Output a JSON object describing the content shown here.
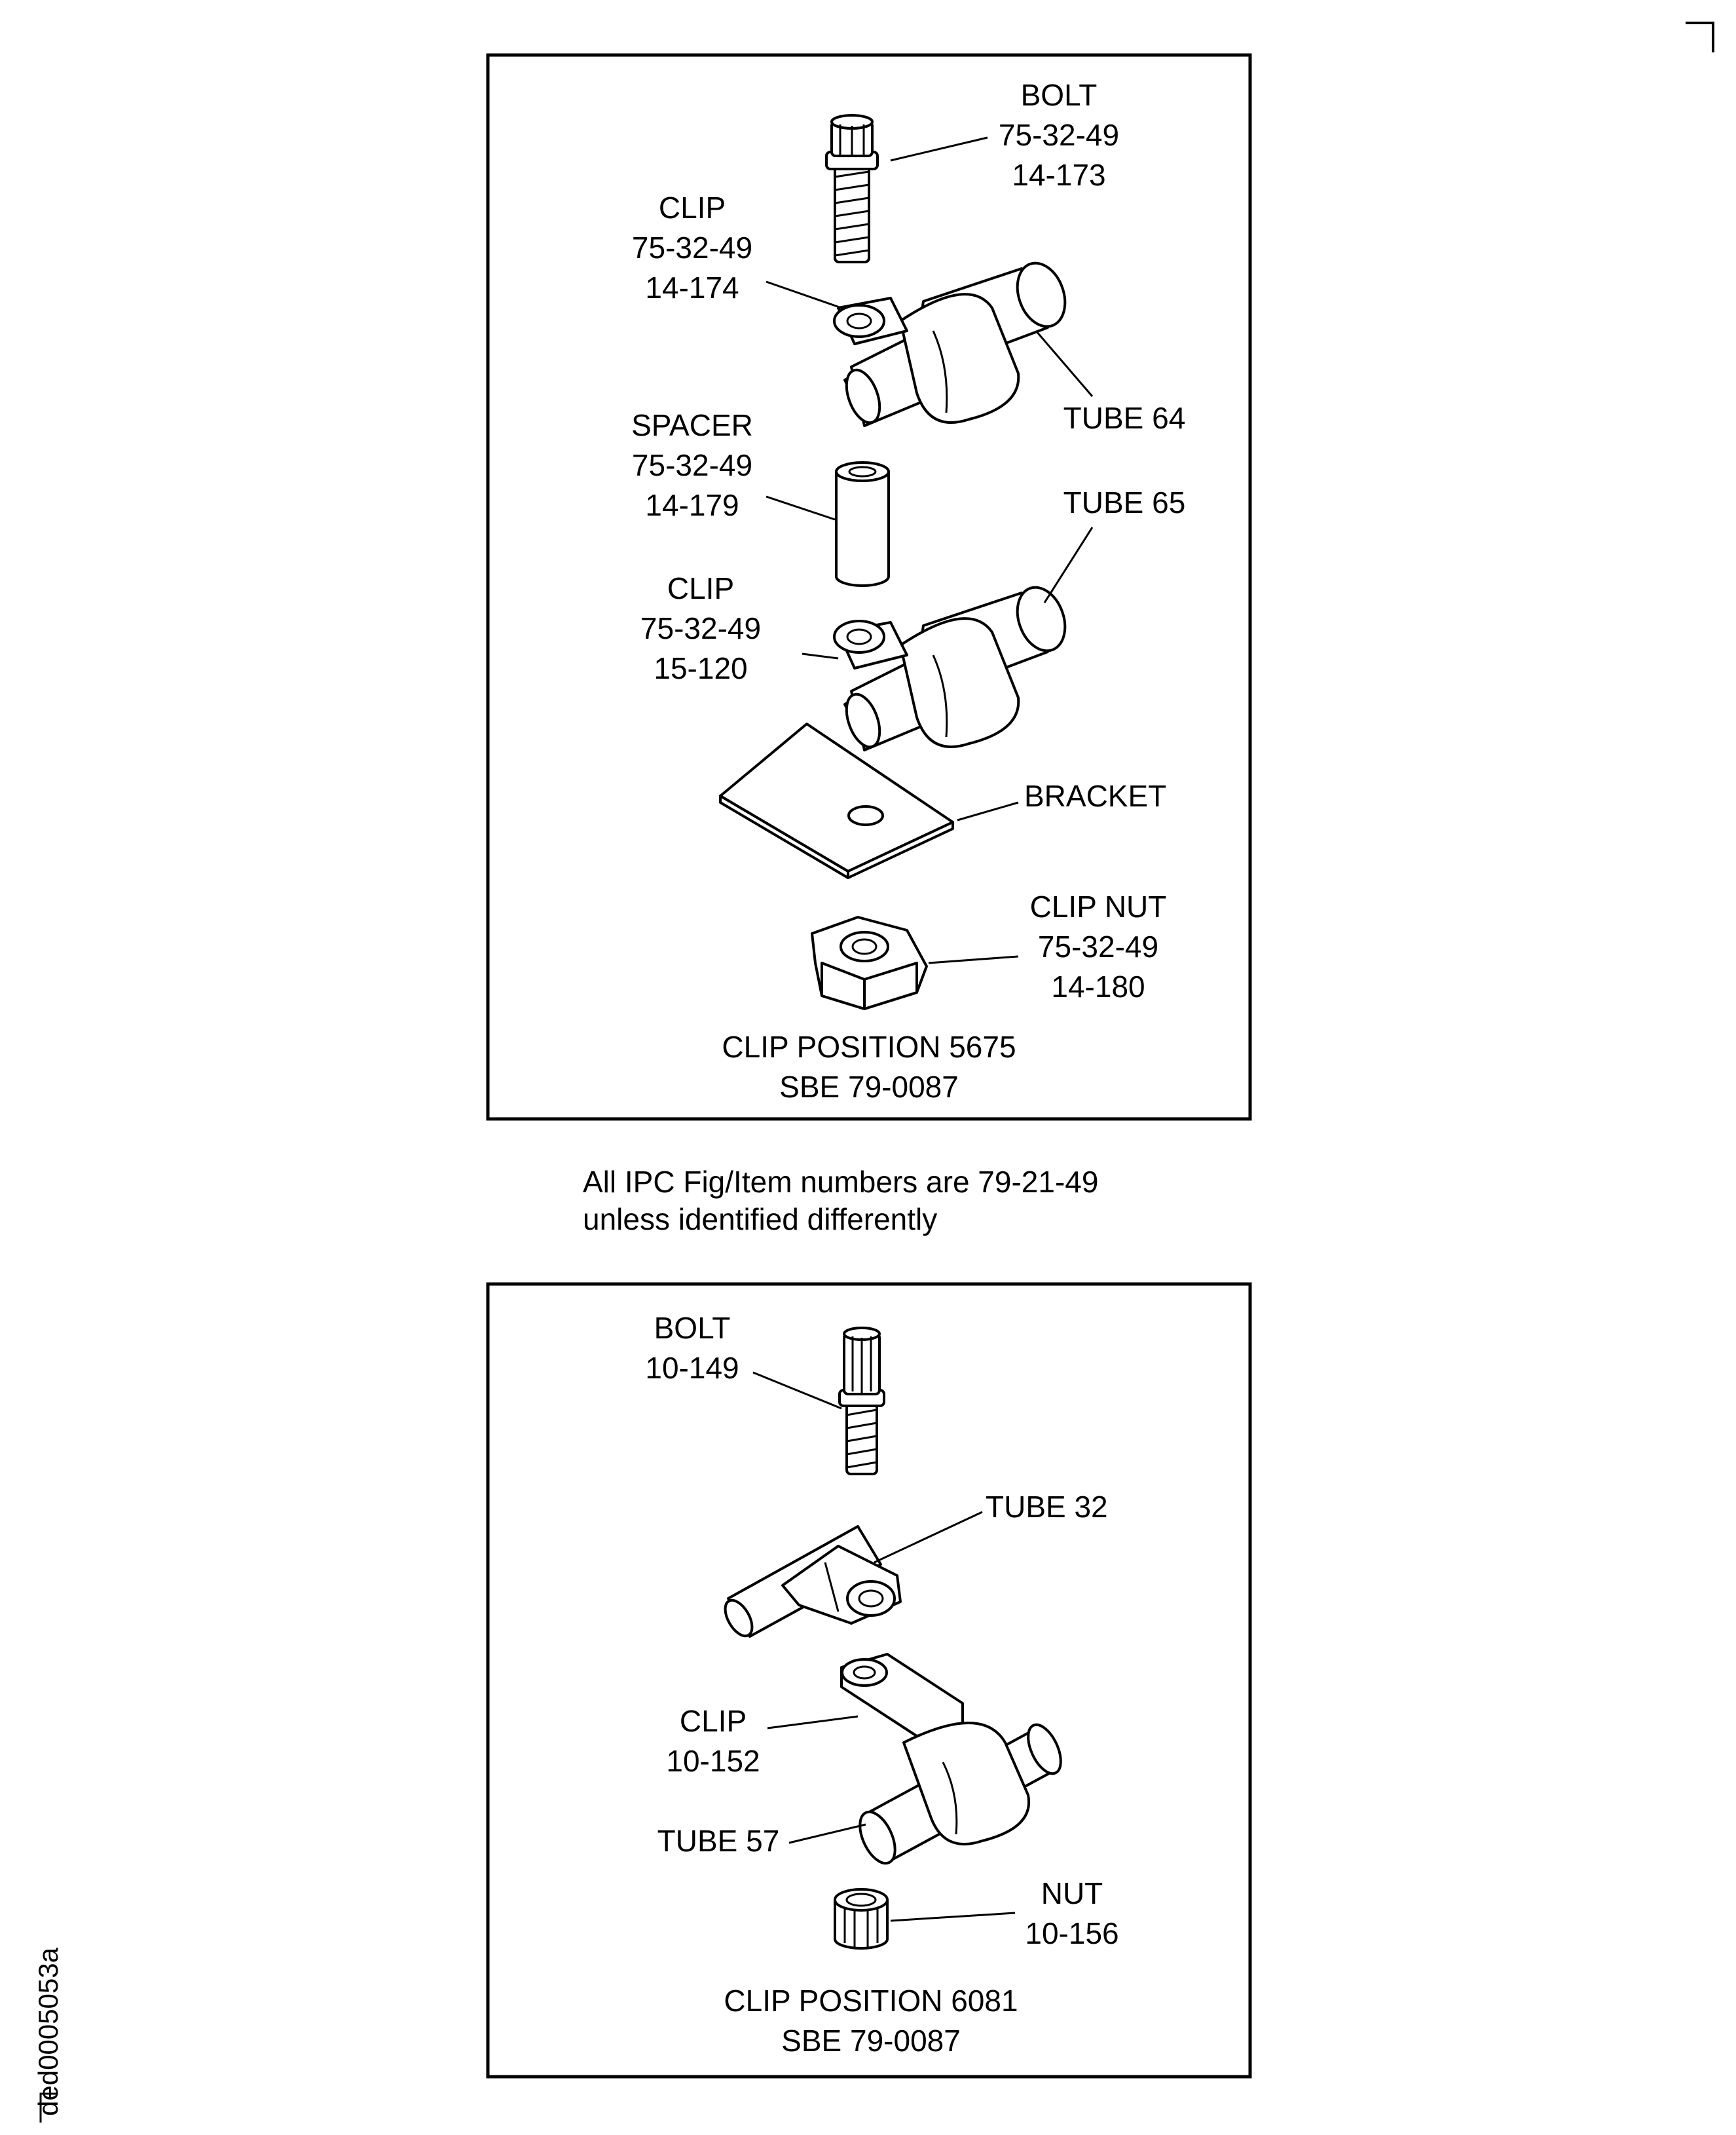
{
  "upper_panel": {
    "bolt": {
      "name": "BOLT",
      "fig": "75-32-49",
      "item": "14-173"
    },
    "clip_top": {
      "name": "CLIP",
      "fig": "75-32-49",
      "item": "14-174"
    },
    "tube_64": "TUBE 64",
    "spacer": {
      "name": "SPACER",
      "fig": "75-32-49",
      "item": "14-179"
    },
    "tube_65": "TUBE 65",
    "clip_bottom": {
      "name": "CLIP",
      "fig": "75-32-49",
      "item": "15-120"
    },
    "bracket": "BRACKET",
    "clip_nut": {
      "name": "CLIP NUT",
      "fig": "75-32-49",
      "item": "14-180"
    },
    "caption": {
      "line1": "CLIP POSITION 5675",
      "line2": "SBE 79-0087"
    }
  },
  "note": {
    "line1": "All IPC Fig/Item numbers are 79-21-49",
    "line2": "unless identified differently"
  },
  "lower_panel": {
    "bolt": {
      "name": "BOLT",
      "item": "10-149"
    },
    "tube_32": "TUBE 32",
    "clip": {
      "name": "CLIP",
      "item": "10-152"
    },
    "tube_57": "TUBE 57",
    "nut": {
      "name": "NUT",
      "item": "10-156"
    },
    "caption": {
      "line1": "CLIP POSITION 6081",
      "line2": "SBE 79-0087"
    }
  },
  "figure_id": "ded0005053a"
}
